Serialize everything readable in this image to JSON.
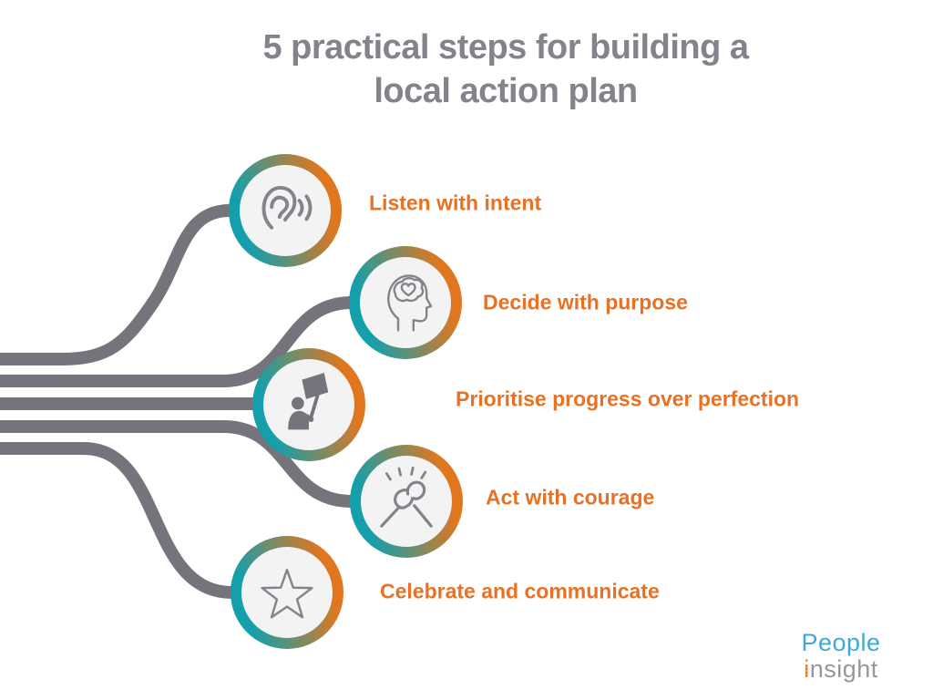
{
  "title": {
    "line1": "5 practical steps for building a",
    "line2": "local action plan"
  },
  "steps": [
    {
      "label": "Listen with intent",
      "icon": "ear-icon"
    },
    {
      "label": "Decide with purpose",
      "icon": "head-brain-heart-icon"
    },
    {
      "label": "Prioritise progress over perfection",
      "icon": "person-flag-icon"
    },
    {
      "label": "Act with courage",
      "icon": "clasped-hands-icon"
    },
    {
      "label": "Celebrate and communicate",
      "icon": "star-icon"
    }
  ],
  "logo": {
    "people": "People",
    "insight_i": "i",
    "insight_rest": "nsight"
  },
  "colors": {
    "ring_gradient_start": "#149fab",
    "ring_gradient_end": "#e0771f",
    "connector_gray": "#75747c",
    "title_gray": "#84838c",
    "label_orange": "#e87123",
    "icon_gray": "#84838b",
    "circle_fill": "#f3f3f4",
    "logo_blue": "#3ea9da",
    "logo_gray": "#97969a",
    "logo_orange": "#ef7d23"
  }
}
